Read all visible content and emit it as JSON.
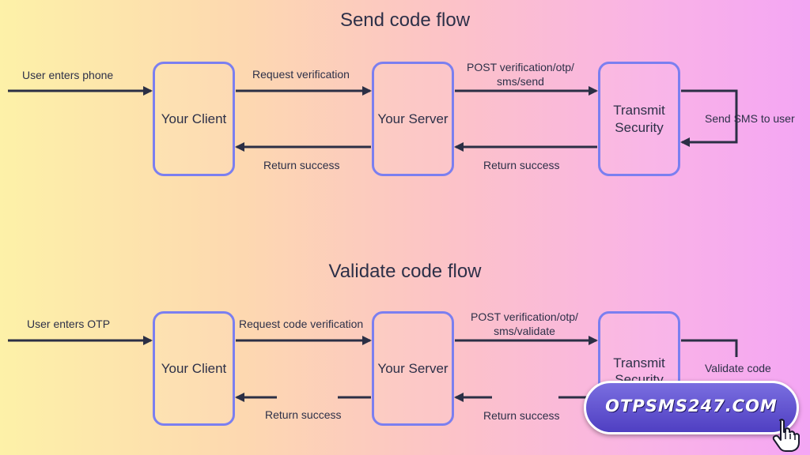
{
  "send_flow": {
    "title": "Send code flow",
    "client": "Your Client",
    "server": "Your Server",
    "transmit": "Transmit\nSecurity",
    "user_action": "User enters phone",
    "request": "Request verification",
    "post_line1": "POST verification/otp/",
    "post_line2": "sms/send",
    "sms": "Send SMS to user",
    "return_server": "Return success",
    "return_client": "Return success"
  },
  "validate_flow": {
    "title": "Validate code flow",
    "client": "Your Client",
    "server": "Your Server",
    "transmit": "Transmit\nSecurity",
    "user_action": "User enters OTP",
    "request": "Request code verification",
    "post_line1": "POST verification/otp/",
    "post_line2": "sms/validate",
    "validate": "Validate code",
    "return_server": "Return success",
    "return_client": "Return success"
  },
  "badge": {
    "text": "OTPSMS247.COM",
    "icon": "pointer-hand-icon"
  },
  "colors": {
    "box_border": "#7b7ff0",
    "arrow": "#2b2f45",
    "badge": "#5b4bd0"
  }
}
